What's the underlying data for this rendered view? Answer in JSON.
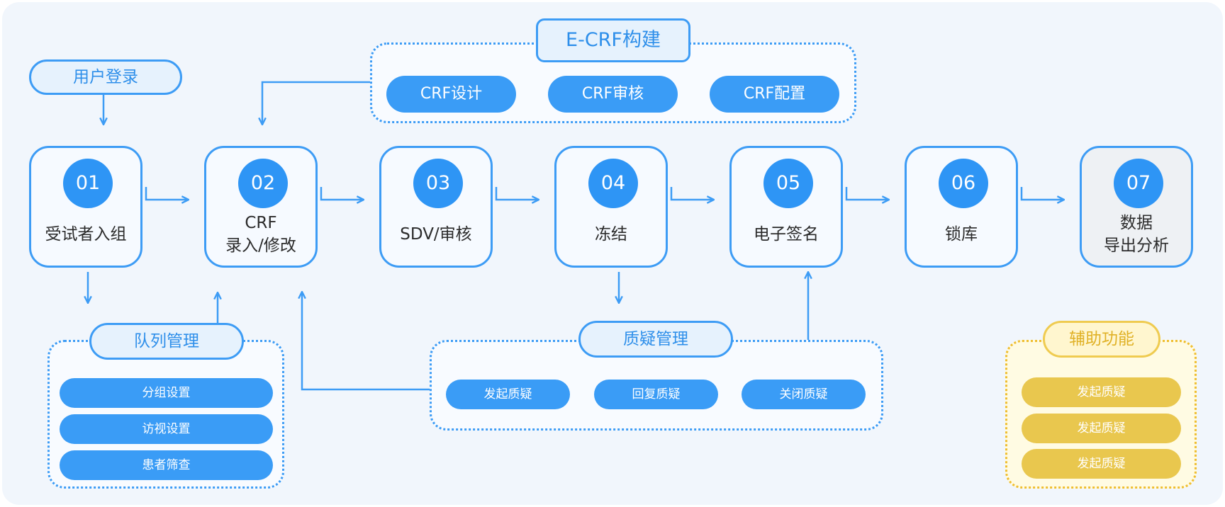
{
  "login_label": "用户登录",
  "steps": [
    {
      "num": "01",
      "label": "受试者入组"
    },
    {
      "num": "02",
      "label": "CRF\n录入/修改"
    },
    {
      "num": "03",
      "label": "SDV/审核"
    },
    {
      "num": "04",
      "label": "冻结"
    },
    {
      "num": "05",
      "label": "电子签名"
    },
    {
      "num": "06",
      "label": "锁库"
    },
    {
      "num": "07",
      "label": "数据\n导出分析"
    }
  ],
  "ecrf": {
    "title": "E-CRF构建",
    "items": [
      "CRF设计",
      "CRF审核",
      "CRF配置"
    ]
  },
  "cohort": {
    "title": "队列管理",
    "items": [
      "分组设置",
      "访视设置",
      "患者筛查"
    ]
  },
  "query": {
    "title": "质疑管理",
    "items": [
      "发起质疑",
      "回复质疑",
      "关闭质疑"
    ]
  },
  "aux": {
    "title": "辅助功能",
    "items": [
      "发起质疑",
      "发起质疑",
      "发起质疑"
    ]
  },
  "colors": {
    "primary": "#3d9cf5",
    "accent_yellow": "#e9c74e",
    "background": "#f1f6fc"
  }
}
